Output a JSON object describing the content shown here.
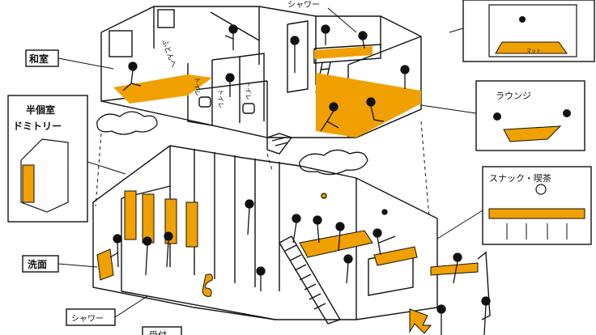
{
  "labels": {
    "shower_top": "シャワー",
    "futon": "ふとんへ",
    "toilet1": "トイレ",
    "toilet2": "トイレ",
    "toilet3": "トイレ",
    "washitsu": "和室",
    "semi_private_1": "半個室",
    "semi_private_2": "ドミトリー",
    "lounge": "ラウンジ",
    "snack": "スナック・喫茶",
    "mat": "マット",
    "senmen": "洗面",
    "shower_bottom": "シャワー",
    "bottom_cut": "受付"
  },
  "colors": {
    "accent": "#f0a000",
    "ink": "#111111",
    "background": "#ffffff"
  }
}
